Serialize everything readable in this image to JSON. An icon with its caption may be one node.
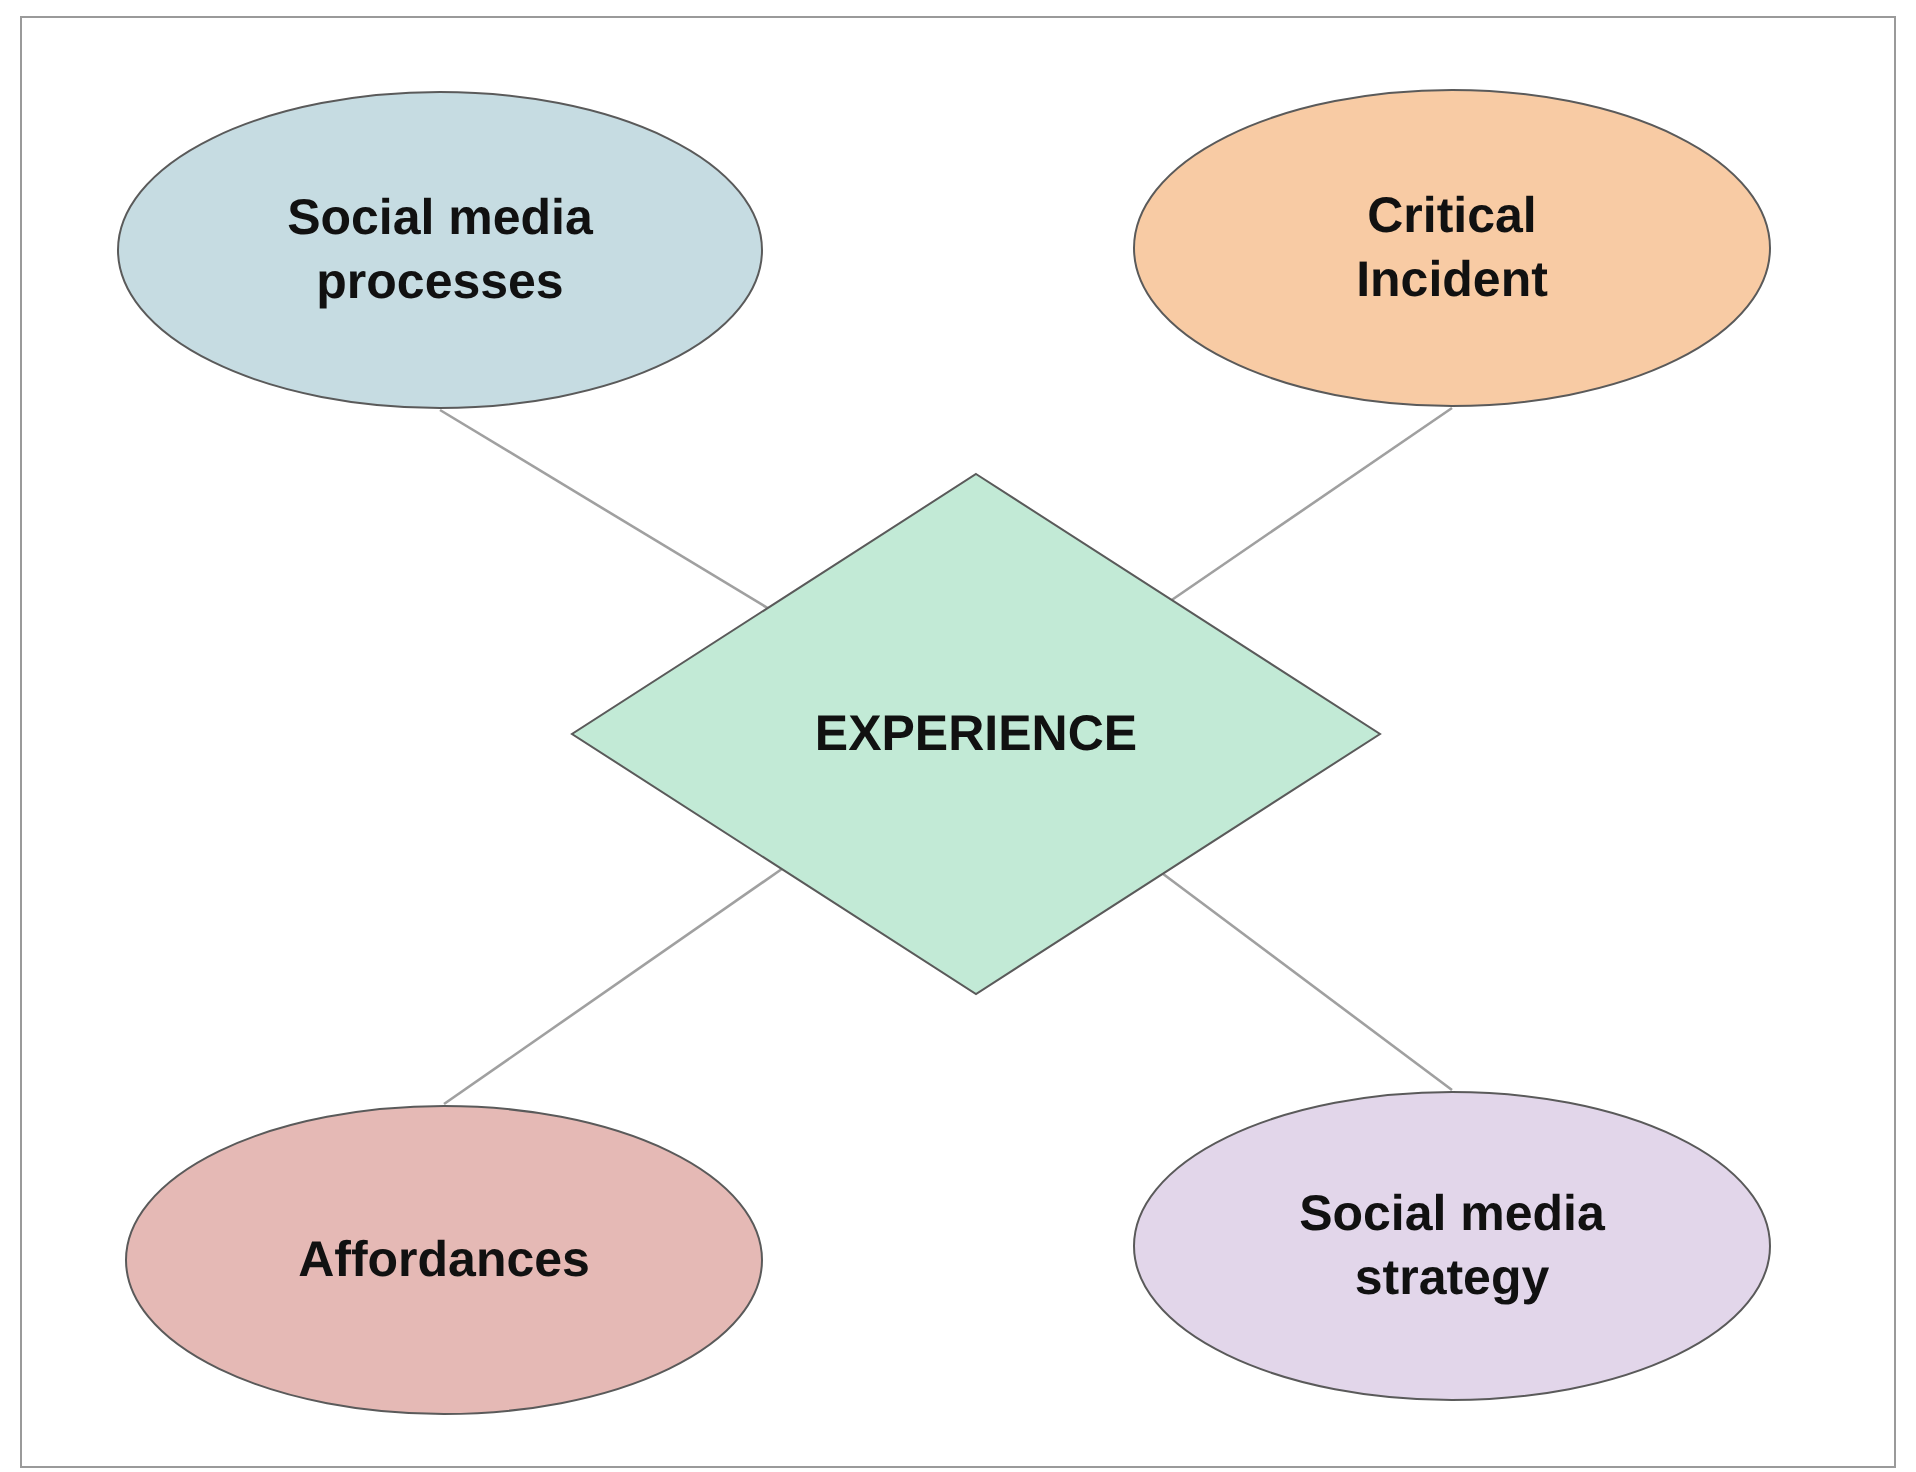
{
  "diagram": {
    "nodes": [
      {
        "text": [
          "Social media processes"
        ]
      },
      {
        "text": [
          "Critical Incident"
        ]
      },
      {
        "text": [
          "EXPERIENCE"
        ]
      },
      {
        "text": [
          "Affordances"
        ]
      },
      {
        "text": [
          "Social media strategy"
        ]
      }
    ],
    "edges": [
      {
        "from": 0,
        "to": 2,
        "arrow": "none"
      },
      {
        "from": 1,
        "to": 2,
        "arrow": "none"
      },
      {
        "from": 3,
        "to": 2,
        "arrow": "none"
      },
      {
        "from": 4,
        "to": 2,
        "arrow": "none"
      }
    ]
  }
}
